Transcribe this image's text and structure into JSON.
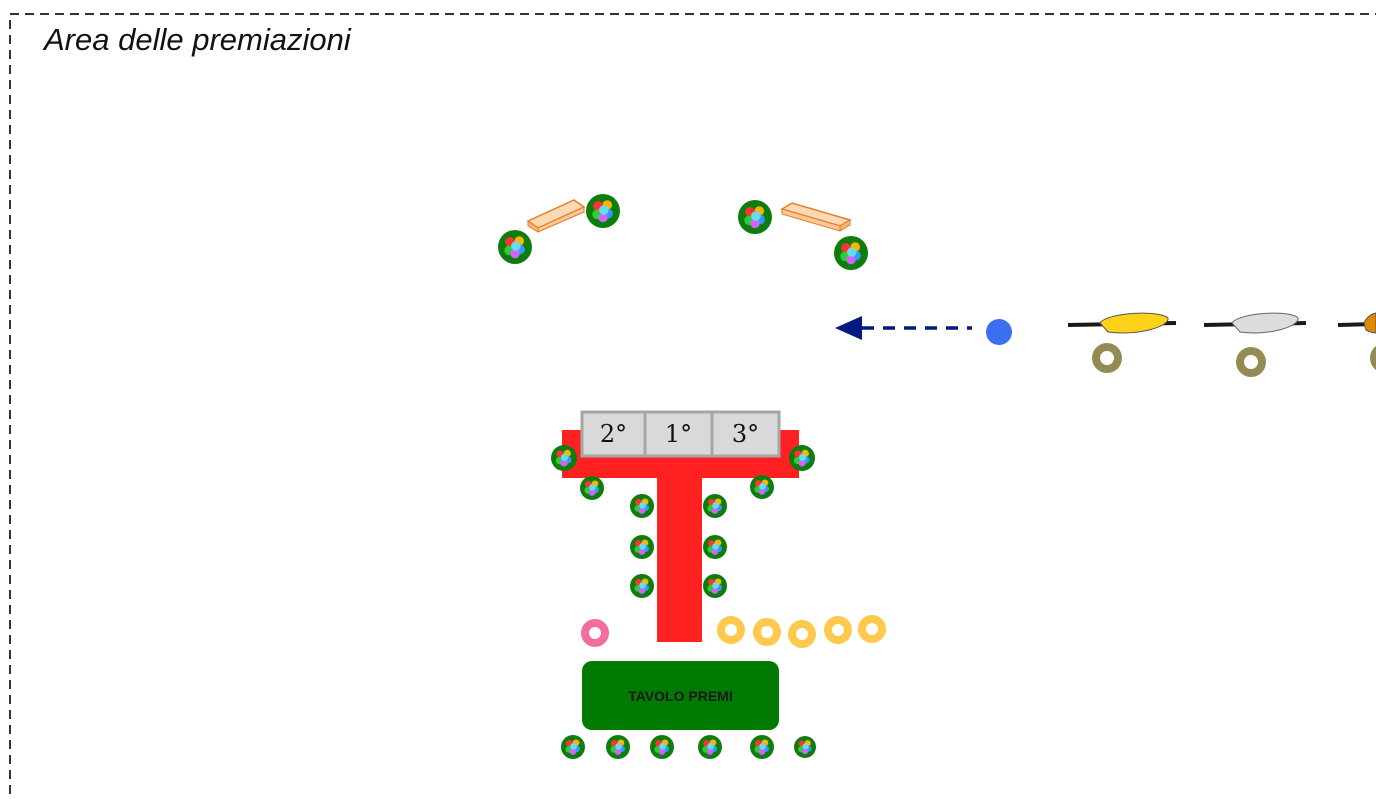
{
  "title": "Area delle premiazioni",
  "podium": {
    "places": [
      {
        "id": "second",
        "label": "2°"
      },
      {
        "id": "first",
        "label": "1°"
      },
      {
        "id": "third",
        "label": "3°"
      }
    ]
  },
  "prize_table": {
    "label": "TAVOLO PREMI"
  },
  "colors": {
    "border": "#333333",
    "t_shape": "#ff2121",
    "podium_fill": "#d9d9d9",
    "podium_stroke": "#a6a6a6",
    "table_fill": "#007a00",
    "plant_ring": "#0d7d0d",
    "bench_fill": "#fdd9b5",
    "bench_stroke": "#e67e22",
    "arrow": "#001a80",
    "runner_dot": "#3b6ff0",
    "olive_ring": "#948a54",
    "yellow_ring": "#ffc94d",
    "pink_ring": "#f06ea0",
    "bike_yellow": "#ffd21a",
    "bike_white": "#dddddd",
    "bike_orange": "#e08a00"
  },
  "icons": {
    "plant": "flower-pot-icon",
    "bench": "bench-icon",
    "bicycle": "bicycle-icon",
    "arrow": "direction-arrow-icon",
    "person_marker": "person-marker-icon"
  }
}
